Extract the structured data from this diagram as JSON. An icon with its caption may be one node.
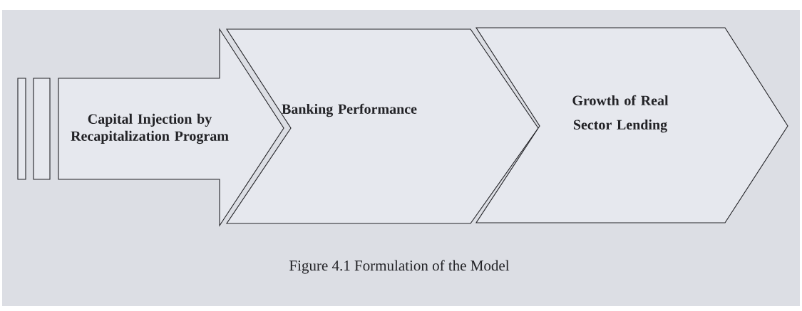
{
  "diagram": {
    "caption": "Figure 4.1 Formulation of the Model",
    "nodes": [
      {
        "text": [
          "Capital Injection by Recapitalization Program"
        ]
      },
      {
        "text": [
          "Banking Performance"
        ]
      },
      {
        "text": [
          "Growth of Real Sector Lending"
        ]
      }
    ]
  }
}
